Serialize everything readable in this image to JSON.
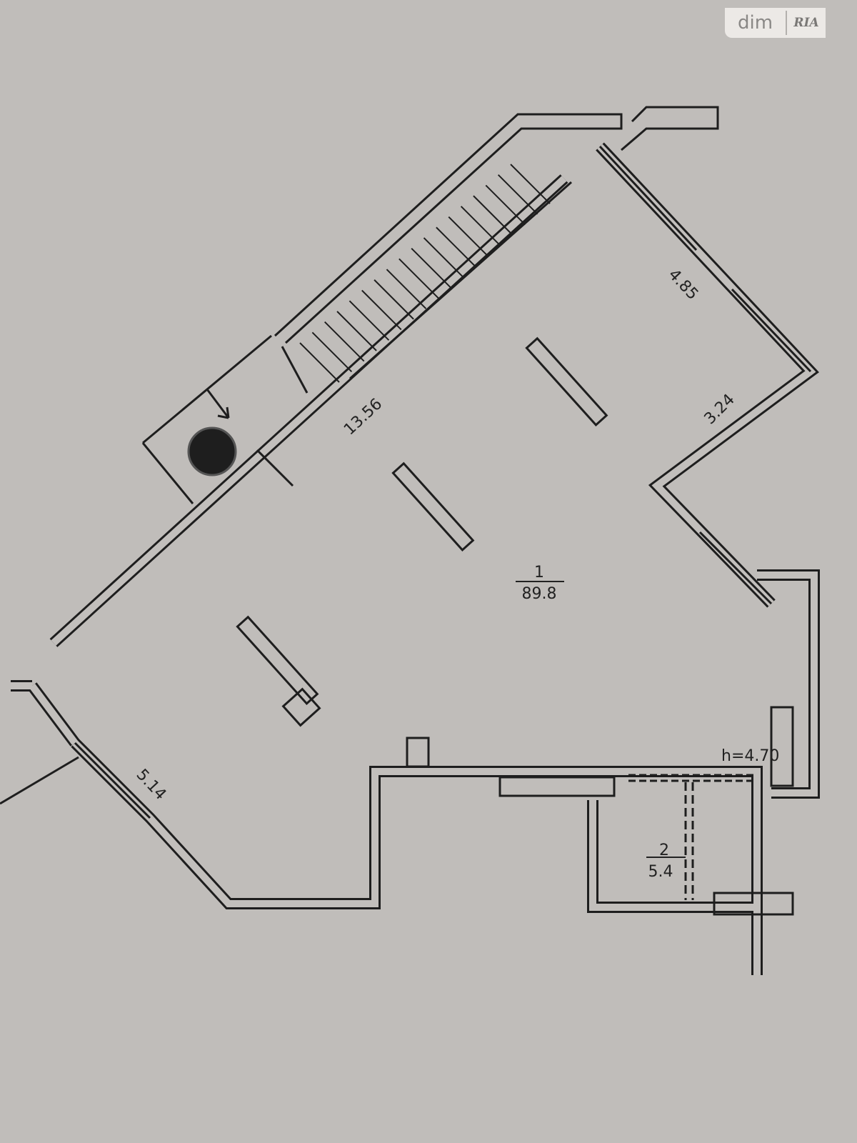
{
  "logo": {
    "primary": "dim",
    "secondary": "RIA"
  },
  "dimensions": {
    "wall_top_right": "4.85",
    "wall_right_diag": "3.24",
    "wall_long_diag": "13.56",
    "wall_bottom_left": "5.14",
    "ceiling_height": "h=4.70"
  },
  "rooms": [
    {
      "number": "1",
      "area": "89.8"
    },
    {
      "number": "2",
      "area": "5.4"
    }
  ]
}
